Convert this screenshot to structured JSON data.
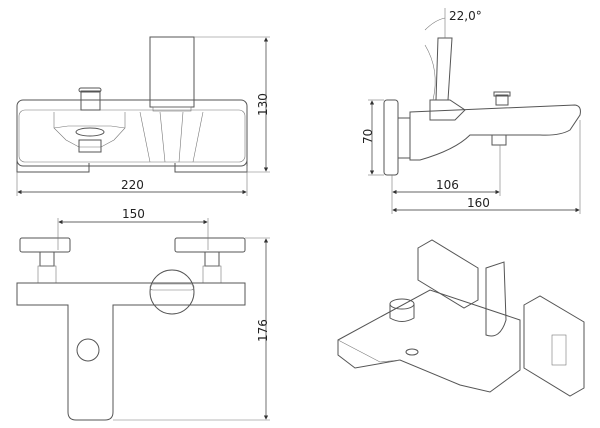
{
  "dimensions": {
    "front_width": "220",
    "front_height": "130",
    "handle_angle": "22,0°",
    "side_height": "70",
    "side_depth_inner": "106",
    "side_depth_total": "160",
    "top_spacing": "150",
    "top_height": "176"
  }
}
